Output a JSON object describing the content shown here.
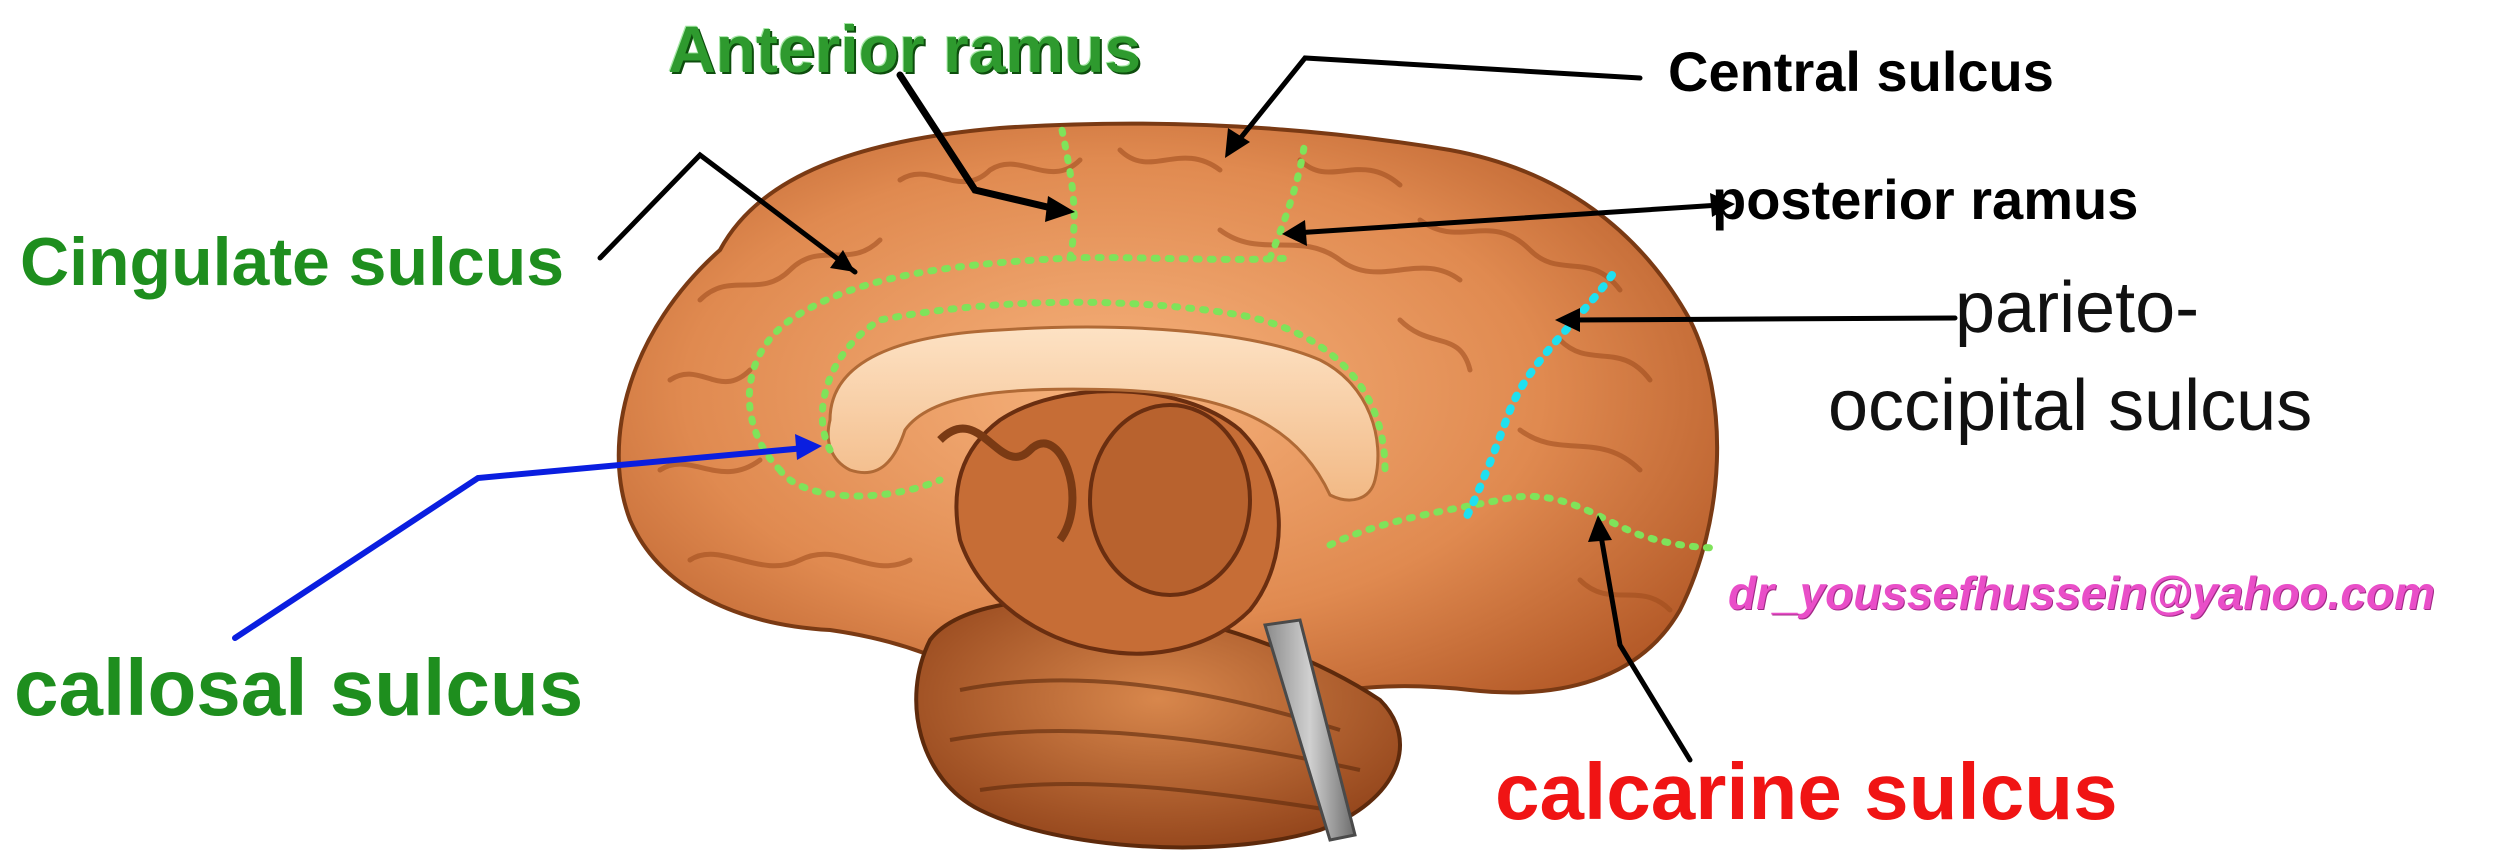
{
  "labels": {
    "anterior_ramus": "Anterior ramus",
    "central_sulcus": "Central sulcus",
    "posterior_ramus": "posterior ramus",
    "cingulate_sulcus": "Cingulate sulcus",
    "parieto_line1": "parieto-",
    "parieto_line2": "occipital sulcus",
    "callosal_sulcus": "callosal sulcus",
    "calcarine_sulcus": "calcarine sulcus",
    "email": "dr_youssefhussein@yahoo.com"
  },
  "colors": {
    "green_label": "#1e8e1e",
    "red_label": "#f01414",
    "email_pink": "#e94ec8",
    "dotted_green": "#7fe35a",
    "dotted_cyan": "#1fe0f0",
    "pointer_black": "#000000",
    "pointer_blue": "#0a1ee0",
    "brain_tissue": "#e0915a"
  }
}
